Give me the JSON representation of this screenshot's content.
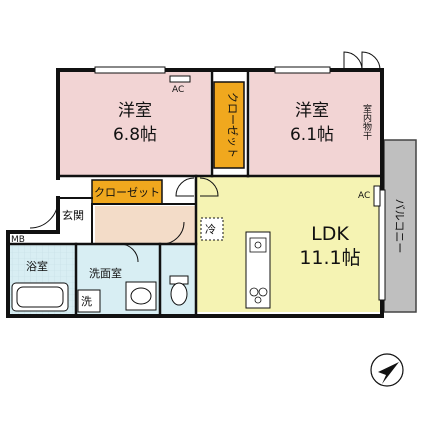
{
  "colors": {
    "wall": "#111111",
    "bedroom": "#f2d4d4",
    "ldk": "#f5f3b3",
    "closet": "#f0a81e",
    "wet_area": "#d8eef3",
    "entry_hall": "#f3dcc8",
    "balcony": "#bfbfbf",
    "fixture": "#ffffff"
  },
  "rooms": {
    "western_room_1": {
      "name": "洋室",
      "size": "6.8帖",
      "ac": "AC"
    },
    "western_room_2": {
      "name": "洋室",
      "size": "6.1帖",
      "dryer": "室内物干"
    },
    "ldk": {
      "name": "LDK",
      "size": "11.1帖",
      "ac": "AC"
    },
    "closet_1": "クローゼット",
    "closet_2": "クローゼット",
    "entrance": "玄関",
    "bathroom": "浴室",
    "washroom": "洗面室",
    "washer": "洗",
    "refrigerator": "冷",
    "mb": "MB",
    "balcony": "バルコニー"
  },
  "compass": {
    "direction": "north-east",
    "icon": "north-arrow-icon"
  }
}
